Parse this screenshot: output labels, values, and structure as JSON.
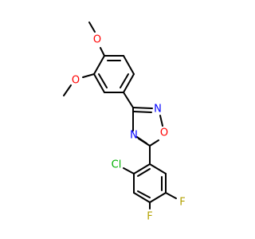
{
  "molecule": {
    "atoms": {
      "o_methoxy_top": "O",
      "o_methoxy_left": "O",
      "n_upper": "N",
      "o_ring": "O",
      "n_lower": "N",
      "cl": "Cl",
      "f_right": "F",
      "f_bottom": "F"
    }
  },
  "colors": {
    "bond": "#000000",
    "oxygen": "#ff0000",
    "nitrogen": "#0000ff",
    "chlorine": "#00b000",
    "fluorine": "#b3a100"
  }
}
